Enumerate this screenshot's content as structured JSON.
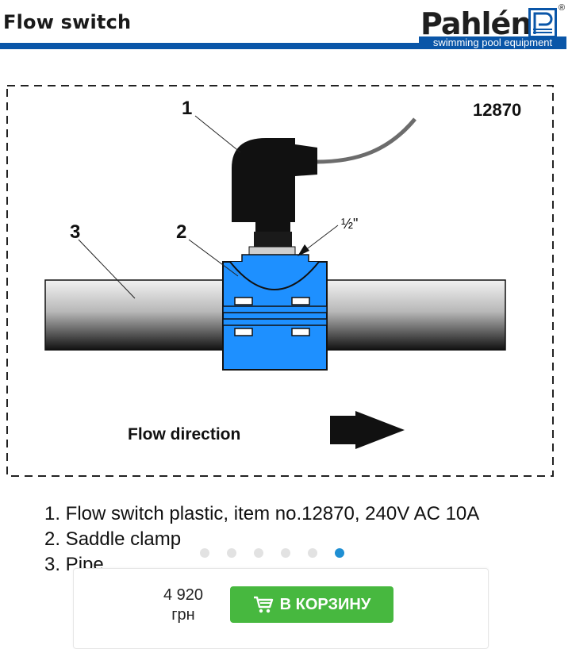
{
  "header": {
    "title": "Flow switch",
    "logo_word": "Pahlén",
    "logo_reg": "®",
    "logo_tagline": "swimming pool equipment",
    "brand_color": "#0a56a8"
  },
  "diagram": {
    "item_number": "12870",
    "callout_1": "1",
    "callout_2": "2",
    "callout_3": "3",
    "thread_size": "½\"",
    "flow_label": "Flow direction",
    "clamp_color": "#1e90ff",
    "icons": [
      "flow-arrow-icon"
    ]
  },
  "legend": {
    "items": [
      "1. Flow switch plastic, item no.12870, 240V AC 10A",
      "2. Saddle clamp",
      "3. Pipe"
    ]
  },
  "carousel": {
    "total_dots": 6,
    "active_index": 5,
    "active_color": "#1f8fd3"
  },
  "purchase": {
    "price_amount": "4 920",
    "price_currency": "грн",
    "cart_label": "В КОРЗИНУ",
    "cart_icon": "cart-icon",
    "button_color": "#47b83f"
  }
}
